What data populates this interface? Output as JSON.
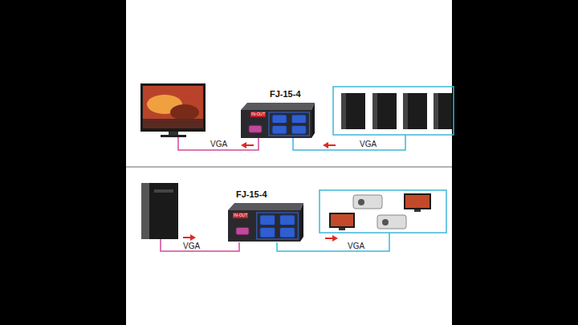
{
  "diagram": {
    "nodes": [
      {
        "text": [
          "FJ-15-4",
          "IN-OUT"
        ]
      },
      {
        "text": [
          "FJ-15-4",
          "IN-OUT"
        ]
      }
    ],
    "labels": [
      "VGA",
      "VGA",
      "VGA",
      "VGA"
    ]
  }
}
